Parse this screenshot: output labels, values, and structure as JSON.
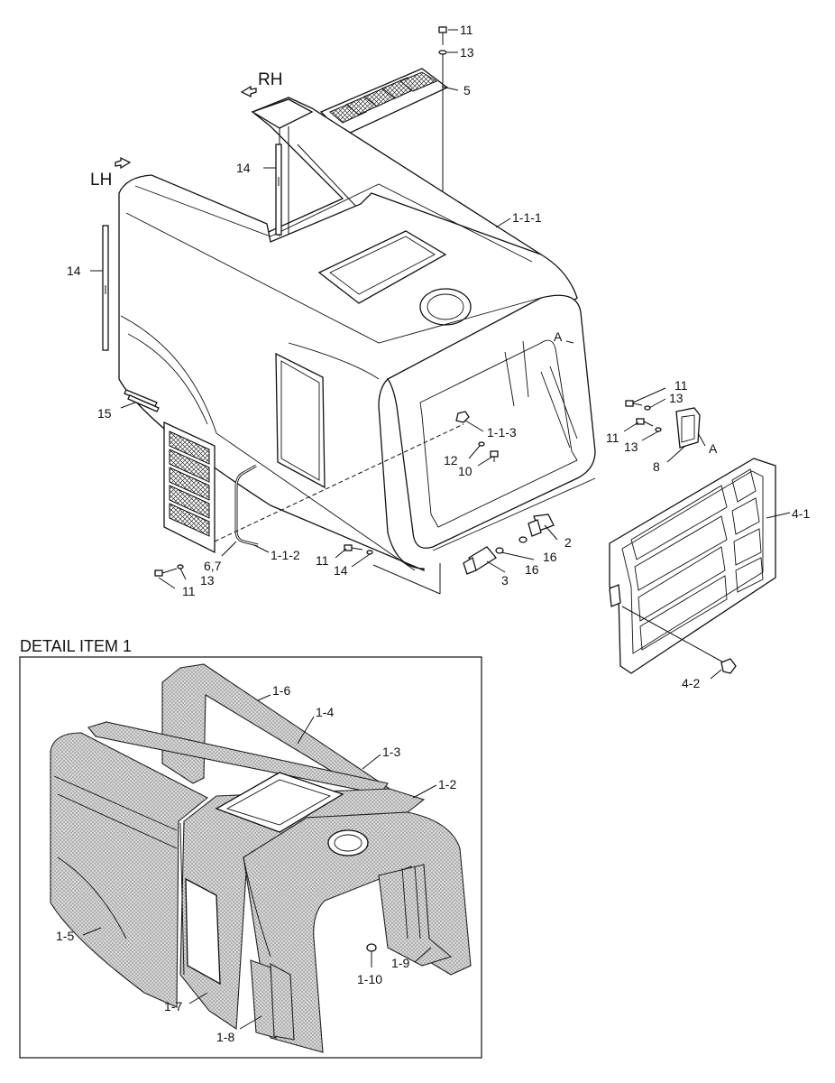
{
  "direction_labels": {
    "rh": "RH",
    "lh": "LH"
  },
  "detail_title": "DETAIL ITEM 1",
  "callouts": {
    "c11_top": "11",
    "c13_top": "13",
    "c5": "5",
    "c14_top": "14",
    "c14_left": "14",
    "c1_1_1": "1-1-1",
    "cA_upper": "A",
    "c15": "15",
    "c1_1_3": "1-1-3",
    "c12": "12",
    "c10": "10",
    "c6_7": "6,7",
    "c1_1_2": "1-1-2",
    "c13_bl": "13",
    "c11_bl": "11",
    "c11_bm": "11",
    "c14_bm": "14",
    "c3": "3",
    "c16": "16",
    "c2": "2",
    "c11_r1": "11",
    "c13_r1": "13",
    "c11_r2": "11",
    "c13_r2": "13",
    "cA_right": "A",
    "c8": "8",
    "c4_1": "4-1",
    "c4_2": "4-2",
    "d1_6": "1-6",
    "d1_4": "1-4",
    "d1_3": "1-3",
    "d1_2": "1-2",
    "d1_5": "1-5",
    "d1_7": "1-7",
    "d1_8": "1-8",
    "d1_10": "1-10",
    "d1_9": "1-9"
  }
}
